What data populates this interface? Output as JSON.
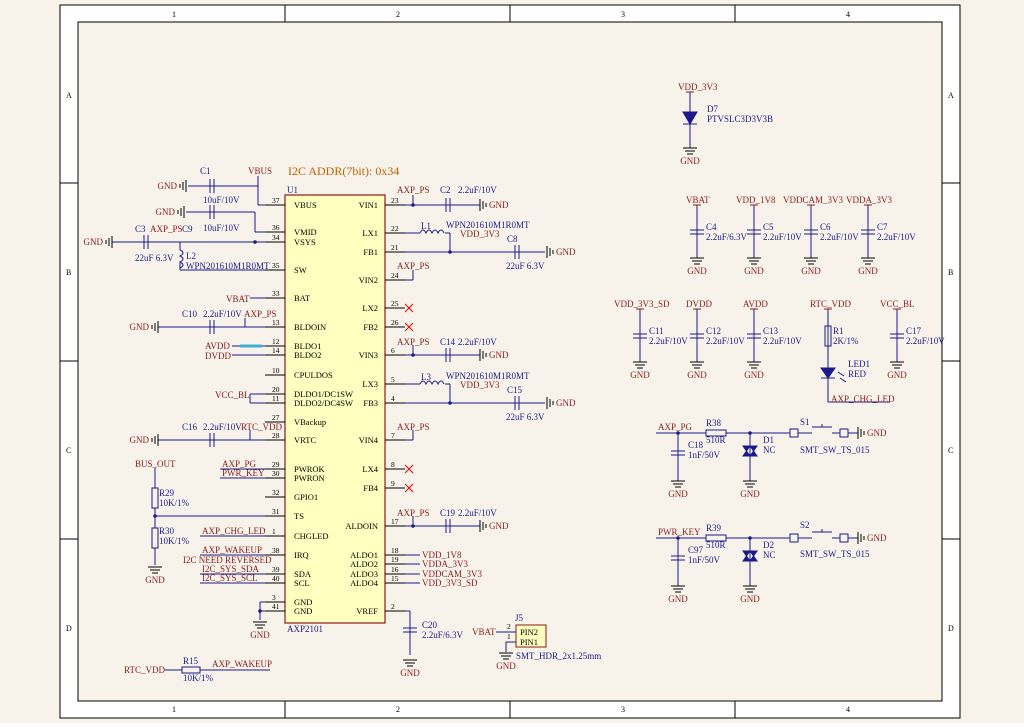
{
  "frame": {
    "columns": [
      "1",
      "2",
      "3",
      "4"
    ],
    "rows": [
      "A",
      "B",
      "C",
      "D"
    ]
  },
  "ic": {
    "ref": "U1",
    "part": "AXP2101",
    "note": "I2C ADDR(7bit): 0x34",
    "left_pins": [
      {
        "num": "37",
        "name": "VBUS"
      },
      {
        "num": "36",
        "name": "VMID"
      },
      {
        "num": "34",
        "name": "VSYS"
      },
      {
        "num": "35",
        "name": "SW"
      },
      {
        "num": "33",
        "name": "BAT"
      },
      {
        "num": "13",
        "name": "BLDOIN"
      },
      {
        "num": "12",
        "name": "BLDO1"
      },
      {
        "num": "14",
        "name": "BLDO2"
      },
      {
        "num": "10",
        "name": "CPULDOS"
      },
      {
        "num": "20",
        "name": "DLDO1/DC1SW"
      },
      {
        "num": "11",
        "name": "DLDO2/DC4SW"
      },
      {
        "num": "27",
        "name": "VBackup"
      },
      {
        "num": "28",
        "name": "VRTC"
      },
      {
        "num": "29",
        "name": "PWROK"
      },
      {
        "num": "30",
        "name": "PWRON"
      },
      {
        "num": "32",
        "name": "GPIO1"
      },
      {
        "num": "31",
        "name": "TS"
      },
      {
        "num": "1",
        "name": "CHGLED"
      },
      {
        "num": "38",
        "name": "IRQ"
      },
      {
        "num": "39",
        "name": "SDA"
      },
      {
        "num": "40",
        "name": "SCL"
      },
      {
        "num": "3",
        "name": "GND"
      },
      {
        "num": "41",
        "name": "GND"
      }
    ],
    "right_pins": [
      {
        "num": "23",
        "name": "VIN1"
      },
      {
        "num": "22",
        "name": "LX1"
      },
      {
        "num": "21",
        "name": "FB1"
      },
      {
        "num": "24",
        "name": "VIN2"
      },
      {
        "num": "25",
        "name": "LX2"
      },
      {
        "num": "26",
        "name": "FB2"
      },
      {
        "num": "6",
        "name": "VIN3"
      },
      {
        "num": "5",
        "name": "LX3"
      },
      {
        "num": "4",
        "name": "FB3"
      },
      {
        "num": "7",
        "name": "VIN4"
      },
      {
        "num": "8",
        "name": "LX4"
      },
      {
        "num": "9",
        "name": "FB4"
      },
      {
        "num": "17",
        "name": "ALDOIN"
      },
      {
        "num": "18",
        "name": "ALDO1"
      },
      {
        "num": "19",
        "name": "ALDO2"
      },
      {
        "num": "16",
        "name": "ALDO3"
      },
      {
        "num": "15",
        "name": "ALDO4"
      },
      {
        "num": "2",
        "name": "VREF"
      }
    ]
  },
  "labels": {
    "gnd": "GND",
    "vbus": "VBUS",
    "axp_ps": "AXP_PS",
    "vbat": "VBAT",
    "avdd": "AVDD",
    "dvdd": "DVDD",
    "vcc_bl": "VCC_BL",
    "rtc_vdd": "RTC_VDD",
    "bus_out": "BUS_OUT",
    "axp_pg": "AXP_PG",
    "pwr_key": "PWR_KEY",
    "axp_chg_led": "AXP_CHG_LED",
    "axp_wakeup": "AXP_WAKEUP",
    "i2c_note": "I2C NEED REVERSED",
    "i2c_sda": "I2C_SYS_SDA",
    "i2c_scl": "I2C_SYS_SCL",
    "vdd_1v8": "VDD_1V8",
    "vdda_3v3": "VDDA_3V3",
    "vddcam_3v3": "VDDCAM_3V3",
    "vdd_3v3_sd": "VDD_3V3_SD",
    "vdd_3v3": "VDD_3V3",
    "l1": "L1",
    "l1_part": "WPN201610M1R0MT",
    "l2": "L2",
    "l2_part": "WPN201610M1R0MT",
    "l3": "L3",
    "l3_part": "WPN201610M1R0MT"
  },
  "caps": {
    "c1": {
      "ref": "C1",
      "val": "10uF/10V"
    },
    "c9": {
      "ref": "C9",
      "val": "10uF/10V"
    },
    "c3": {
      "ref": "C3",
      "val": "22uF 6.3V"
    },
    "c10": {
      "ref": "C10",
      "val": "2.2uF/10V"
    },
    "c16": {
      "ref": "C16",
      "val": "2.2uF/10V"
    },
    "c2": {
      "ref": "C2",
      "val": "2.2uF/10V"
    },
    "c8": {
      "ref": "C8",
      "val": "22uF 6.3V"
    },
    "c14": {
      "ref": "C14",
      "val": "2.2uF/10V"
    },
    "c15": {
      "ref": "C15",
      "val": "22uF 6.3V"
    },
    "c19": {
      "ref": "C19",
      "val": "2.2uF/10V"
    },
    "c20": {
      "ref": "C20",
      "val": "2.2uF/6.3V"
    },
    "c4": {
      "ref": "C4",
      "val": "2.2uF/6.3V"
    },
    "c5": {
      "ref": "C5",
      "val": "2.2uF/10V"
    },
    "c6": {
      "ref": "C6",
      "val": "2.2uF/10V"
    },
    "c7": {
      "ref": "C7",
      "val": "2.2uF/10V"
    },
    "c11": {
      "ref": "C11",
      "val": "2.2uF/10V"
    },
    "c12": {
      "ref": "C12",
      "val": "2.2uF/10V"
    },
    "c13": {
      "ref": "C13",
      "val": "2.2uF/10V"
    },
    "c17": {
      "ref": "C17",
      "val": "2.2uF/10V"
    },
    "c18": {
      "ref": "C18",
      "val": "1nF/50V"
    },
    "c97": {
      "ref": "C97",
      "val": "1nF/50V"
    }
  },
  "resistors": {
    "r29": {
      "ref": "R29",
      "val": "10K/1%"
    },
    "r30": {
      "ref": "R30",
      "val": "10K/1%"
    },
    "r15": {
      "ref": "R15",
      "val": "10K/1%"
    },
    "r1": {
      "ref": "R1",
      "val": "2K/1%"
    },
    "r38": {
      "ref": "R38",
      "val": "510R"
    },
    "r39": {
      "ref": "R39",
      "val": "510R"
    }
  },
  "diodes": {
    "d7": {
      "ref": "D7",
      "val": "PTVSLC3D3V3B"
    },
    "d1": {
      "ref": "D1",
      "val": "NC"
    },
    "d2": {
      "ref": "D2",
      "val": "NC"
    },
    "led1": {
      "ref": "LED1",
      "val": "RED"
    }
  },
  "switches": {
    "s1": {
      "ref": "S1",
      "val": "SMT_SW_TS_015"
    },
    "s2": {
      "ref": "S2",
      "val": "SMT_SW_TS_015"
    }
  },
  "connector": {
    "ref": "J5",
    "pin2": "PIN2",
    "pin1": "PIN1",
    "num2": "2",
    "num1": "1",
    "part": "SMT_HDR_2x1.25mm"
  },
  "colors": {
    "sheet": "#f7f3ea",
    "wire": "#1a1a8c",
    "net": "#8b1a1a",
    "ic_fill": "#ffffc0",
    "note": "#c46000",
    "highlight": "#40b0d0"
  }
}
